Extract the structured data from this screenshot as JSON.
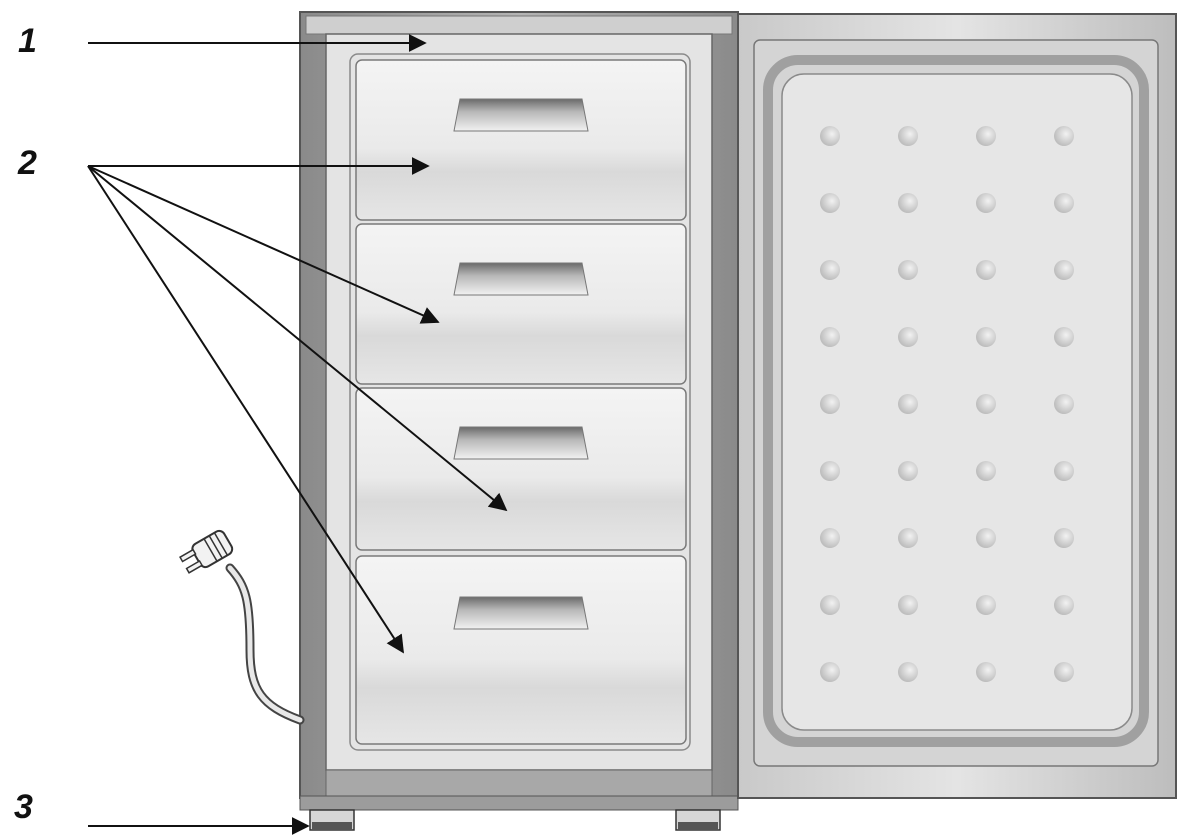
{
  "callouts": [
    {
      "number": "1"
    },
    {
      "number": "2"
    },
    {
      "number": "3"
    }
  ],
  "colors": {
    "ink": "#111111",
    "frame": "#9a9a9a",
    "panel": "#e2e2e2",
    "drawer": "#ececec",
    "door": "#d6d6d6",
    "dimple": "#c4c4c4"
  },
  "parts": {
    "drawer_count": 4,
    "door_dimple_rows": 9,
    "door_dimple_columns": 4
  }
}
